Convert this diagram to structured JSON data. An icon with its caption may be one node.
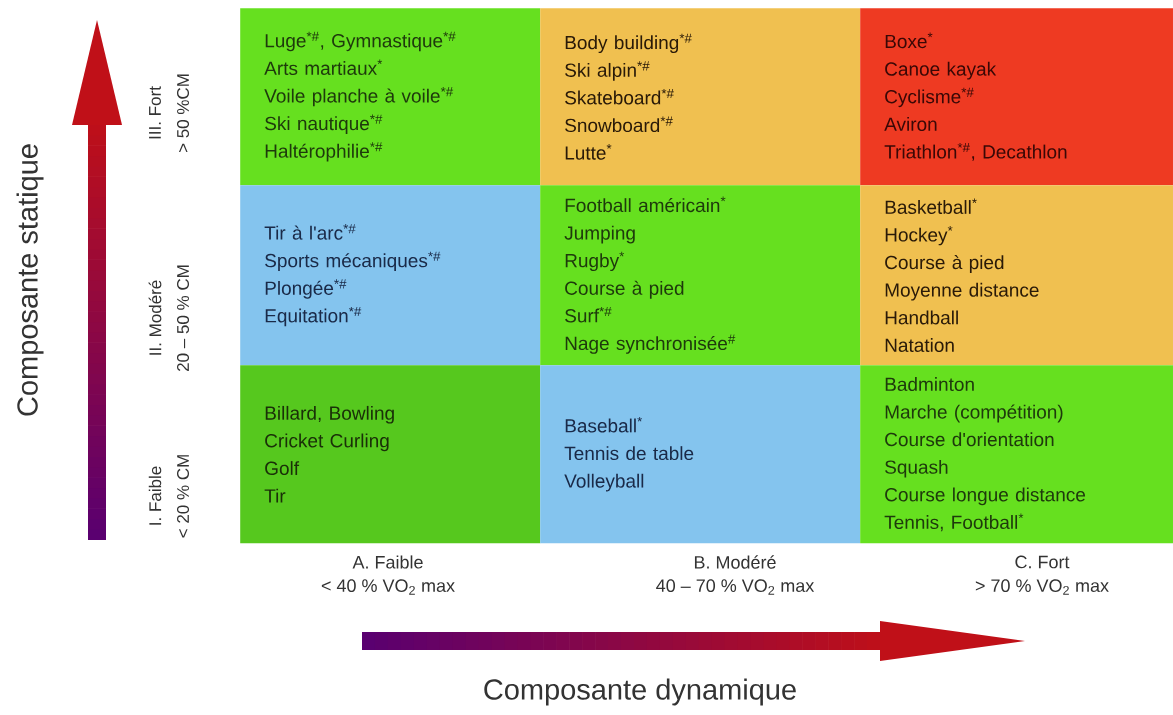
{
  "diagram": {
    "nodes": [
      {
        "text": [
          "Luge$^{*#}$, Gymnastique$^{*#}$",
          "Arts martiaux$^{*}$",
          "Voile planche à voile$^{*#}$",
          "Ski nautique$^{*#}$",
          "Haltérophilie$^{*#}$"
        ]
      },
      {
        "text": [
          "Body building$^{*#}$",
          "Ski alpin$^{*#}$",
          "Skateboard$^{*#}$",
          "Snowboard$^{*#}$",
          "Lutte$^{*}$"
        ]
      },
      {
        "text": [
          "Boxe$^{*}$",
          "Canoe kayak",
          "Cyclisme$^{*#}$",
          "Aviron",
          "Triathlon$^{*#}$, Decathlon"
        ]
      },
      {
        "text": [
          "Tir à l'arc$^{*#}$",
          "Sports mécaniques$^{*#}$",
          "Plongée$^{*#}$",
          "Equitation$^{*#}$"
        ]
      },
      {
        "text": [
          "Football américain$^{*}$",
          "Jumping",
          "Rugby$^{*}$",
          "Course à pied",
          "Surf$^{*#}$",
          "Nage synchronisée$^{#}$"
        ]
      },
      {
        "text": [
          "Basketball$^{*}$",
          "Hockey$^{*}$",
          "Course à pied",
          "Moyenne distance",
          "Handball",
          "Natation"
        ]
      },
      {
        "text": [
          "Billard, Bowling",
          "Cricket Curling",
          "Golf",
          "Tir"
        ]
      },
      {
        "text": [
          "Baseball$^{*}$",
          "Tennis de table",
          "Volleyball"
        ]
      },
      {
        "text": [
          "Badminton",
          "Marche (compétition)",
          "Course d'orientation",
          "Squash",
          "Course longue distance",
          "Tennis, Football$^{*}$"
        ]
      }
    ],
    "labels": [
      "Composante statique",
      "III. Fort",
      "> 50 %CM",
      "II. Modéré",
      "20 – 50 % CM",
      "I. Faible",
      "< 20 % CM",
      "A. Faible",
      "< 40 % VO$_{2}$ max",
      "B. Modéré",
      "40 – 70 % VO$_{2}$ max",
      "C. Fort",
      "> 70 % VO$_{2}$ max",
      "Composante dynamique"
    ]
  }
}
